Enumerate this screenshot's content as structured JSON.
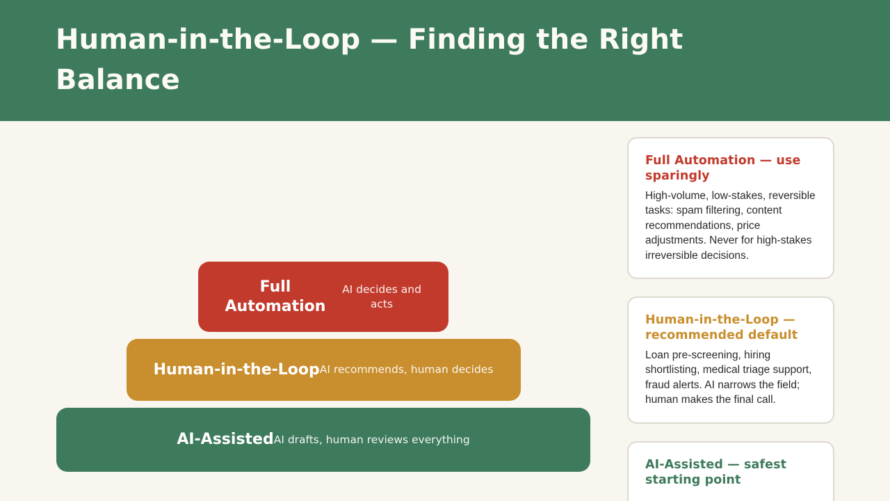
{
  "header": {
    "title": "Human-in-the-Loop — Finding the Right Balance"
  },
  "pyramid": {
    "type": "pyramid-diagram",
    "bars": [
      {
        "label": "Full Automation",
        "desc": "AI decides and acts",
        "color": "#c23a2c",
        "level": "top"
      },
      {
        "label": "Human-in-the-Loop",
        "desc": "AI recommends, human decides",
        "color": "#c98e2d",
        "level": "middle"
      },
      {
        "label": "AI-Assisted",
        "desc": "AI drafts, human reviews everything",
        "color": "#3e7a5c",
        "level": "bottom"
      }
    ]
  },
  "cards": [
    {
      "title": "Full Automation — use sparingly",
      "body": "High-volume, low-stakes, reversible tasks: spam filtering, content recommendations, price adjustments. Never for high-stakes irreversible decisions.",
      "accent": "#c23a2c"
    },
    {
      "title": "Human-in-the-Loop — recommended default",
      "body": "Loan pre-screening, hiring shortlisting, medical triage support, fraud alerts. AI narrows the field; human makes the final call.",
      "accent": "#c98e2d"
    },
    {
      "title": "AI-Assisted — safest starting point",
      "body": "",
      "accent": "#3e7a5c"
    }
  ],
  "theme": {
    "background": "#f8f6ef",
    "header_bg": "#3e7a5c",
    "title_color": "#fbfaf4",
    "card_bg": "#ffffff",
    "card_border": "#dcd9d0",
    "body_text": "#2a2a2a",
    "red": "#c23a2c",
    "amber": "#c98e2d",
    "green": "#3e7a5c"
  }
}
